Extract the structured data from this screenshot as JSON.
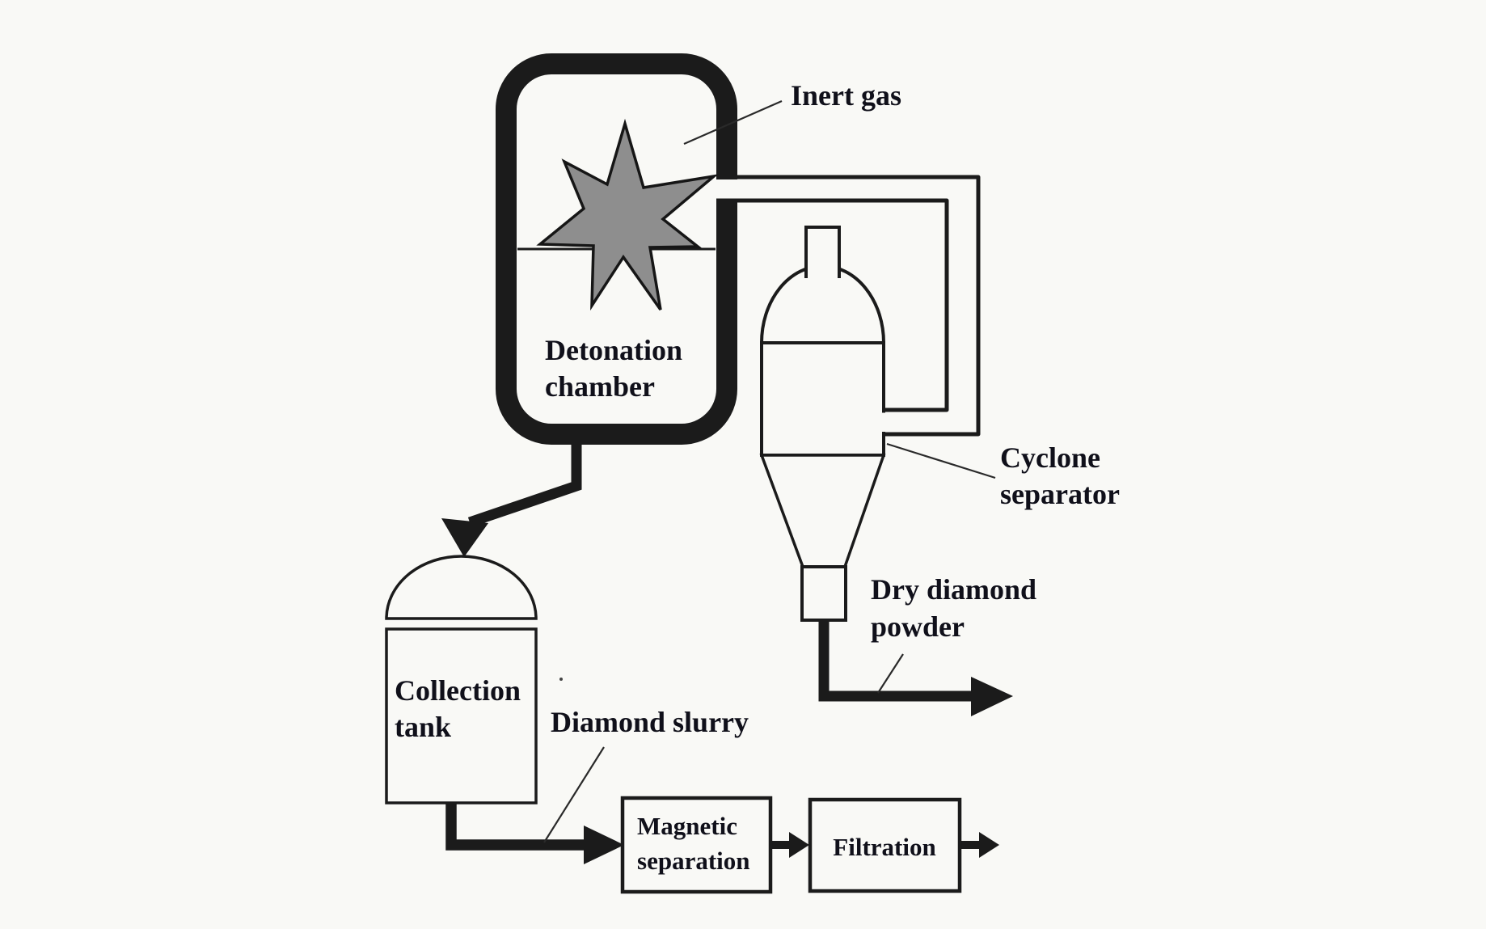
{
  "labels": {
    "inert_gas": "Inert gas",
    "detonation_chamber": [
      "Detonation",
      "chamber"
    ],
    "cyclone_separator": [
      "Cyclone",
      "separator"
    ],
    "dry_diamond_powder": [
      "Dry diamond",
      "powder"
    ],
    "collection_tank": [
      "Collection",
      "tank"
    ],
    "diamond_slurry": "Diamond slurry",
    "magnetic_separation": [
      "Magnetic",
      "separation"
    ],
    "filtration": "Filtration"
  },
  "flows": [
    {
      "from": "Detonation chamber",
      "to": "Cyclone separator",
      "via": "inert gas duct"
    },
    {
      "from": "Cyclone separator",
      "to": "out",
      "carries": "Dry diamond powder"
    },
    {
      "from": "Detonation chamber",
      "to": "Collection tank"
    },
    {
      "from": "Collection tank",
      "to": "Magnetic separation",
      "carries": "Diamond slurry"
    },
    {
      "from": "Magnetic separation",
      "to": "Filtration"
    },
    {
      "from": "Filtration",
      "to": "out"
    }
  ],
  "colors": {
    "background": "#f9f9f6",
    "ink": "#1b1b1b",
    "text": "#10101a",
    "star_fill": "#8e8e8e"
  }
}
